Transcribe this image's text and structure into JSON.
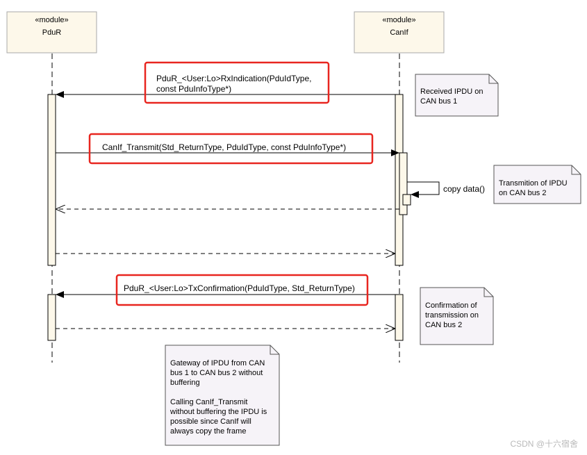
{
  "lifelines": {
    "pdur": {
      "stereotype": "«module»",
      "name": "PduR"
    },
    "canif": {
      "stereotype": "«module»",
      "name": "CanIf"
    }
  },
  "messages": {
    "rx_indication": [
      "PduR_<User:Lo>RxIndication(PduIdType,",
      "const PduInfoType*)"
    ],
    "transmit": "CanIf_Transmit(Std_ReturnType, PduIdType, const PduInfoType*)",
    "copy_data": "copy data()",
    "tx_confirmation": "PduR_<User:Lo>TxConfirmation(PduIdType, Std_ReturnType)"
  },
  "notes": {
    "received": [
      "Received IPDU on",
      "CAN bus 1"
    ],
    "transmition": [
      "Transmition of IPDU",
      "on CAN bus 2"
    ],
    "confirmation": [
      "Confirmation of",
      "transmission on",
      "CAN bus 2"
    ],
    "gateway": {
      "para1": [
        "Gateway of IPDU from CAN",
        "bus 1 to CAN bus 2 without",
        "buffering"
      ],
      "para2": [
        "Calling CanIf_Transmit",
        "without buffering the IPDU is",
        "possible since CanIf will",
        "always copy the frame"
      ]
    }
  },
  "watermark": "CSDN @十六宿舍",
  "colors": {
    "box_fill": "#fdf8ea",
    "note_fill": "#f6f3f8",
    "highlight": "#e8251f",
    "line": "#000000"
  }
}
